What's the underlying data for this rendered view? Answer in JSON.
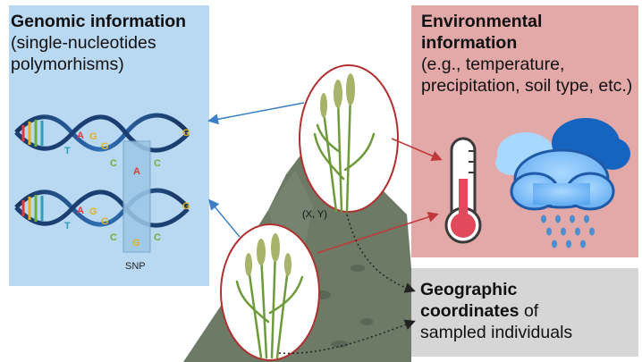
{
  "genomic": {
    "title": "Genomic information",
    "subtitle_line1": "(single-nucleotides",
    "subtitle_line2": "polymorhisms)",
    "strand1_bases": [
      "A",
      "G",
      "G",
      "C",
      "A",
      "C",
      "G"
    ],
    "strand2_bases": [
      "A",
      "G",
      "G",
      "C",
      "G",
      "C",
      "G"
    ],
    "strand_t": "T",
    "snp_label": "SNP"
  },
  "environmental": {
    "title": "Environmental information",
    "line1": "(e.g., temperature,",
    "line2": "precipitation, soil type, etc.)"
  },
  "geographic": {
    "title_bold_1": "Geographic",
    "title_bold_2": "coordinates",
    "title_rest_2": " of",
    "line3": "sampled individuals"
  },
  "coords_label": "(X, Y)",
  "colors": {
    "genomic_bg": "#b9d8f2",
    "env_bg": "#e3a9a9",
    "geo_bg": "#d6d6d6",
    "mountain": "#6d7a66",
    "ellipse_stroke": "#b0302f",
    "arrow_blue": "#3d7fc6",
    "arrow_red": "#c0393a",
    "base_red": "#e03a3a",
    "base_green": "#6bb23a",
    "base_yellow": "#e5b01e",
    "base_teal": "#2a9fb5"
  }
}
